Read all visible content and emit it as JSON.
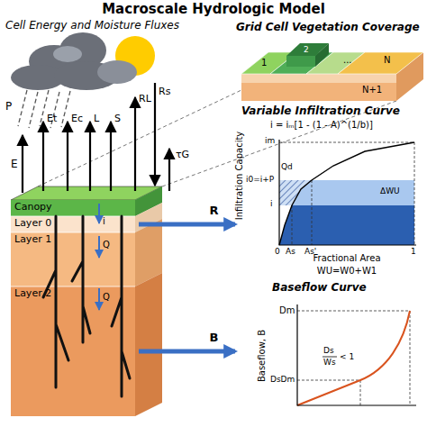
{
  "diagram": {
    "title": "Macroscale Hydrologic Model",
    "nodes": [
      {
        "text": [
          "Canopy"
        ]
      },
      {
        "text": [
          "Layer 0"
        ]
      },
      {
        "text": [
          "Layer 1"
        ]
      },
      {
        "text": [
          "Layer 2"
        ]
      },
      {
        "text": [
          "Variable Infiltration Curve"
        ]
      },
      {
        "text": [
          "Baseflow Curve"
        ]
      }
    ],
    "edges": [
      {
        "from": 1,
        "to": 4,
        "arrow": "to",
        "label": "R"
      },
      {
        "from": 3,
        "to": 5,
        "arrow": "to",
        "label": "B"
      }
    ],
    "labels": [
      "Cell Energy and Moisture Fluxes",
      "Grid Cell Vegetation Coverage",
      "P",
      "E",
      "Et",
      "Ec",
      "L",
      "S",
      "RL",
      "Rs",
      "τG",
      "i",
      "Q",
      "Q",
      "i = iₘ[1 - (1 - A)^(1/b)]",
      "Infiltration Capacity",
      "Fractional Area",
      "im",
      "i0=i+P",
      "i",
      "Qd",
      "ΔWU",
      "0",
      "As",
      "As'",
      "1",
      "WU=W0+W1",
      "Baseflow, B",
      "Dm",
      "DsDm",
      "Ds",
      "Ws",
      "< 1",
      "1",
      "2",
      "...",
      "N",
      "N+1"
    ]
  }
}
